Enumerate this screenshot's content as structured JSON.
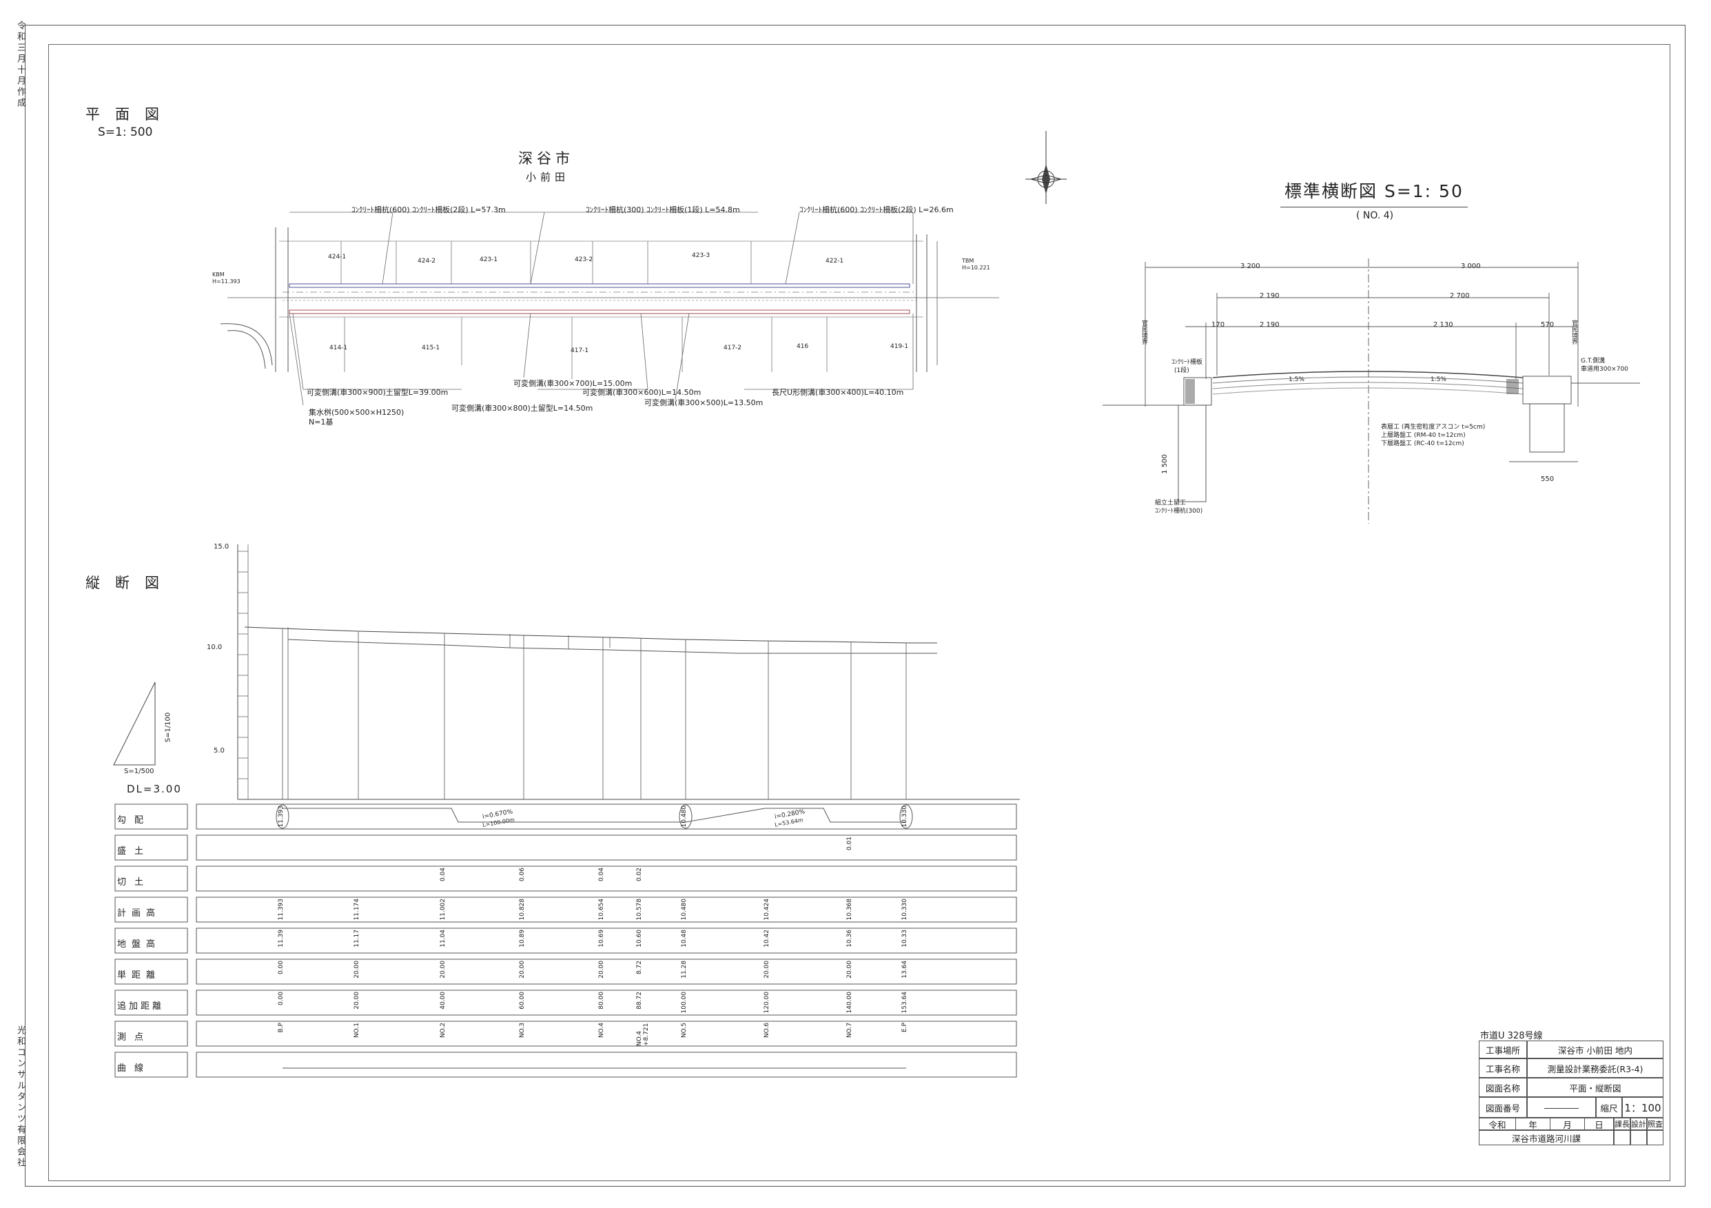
{
  "side_left_top": "令和三月十月作成",
  "side_left_bottom": "光和コンサルタンツ有限会社",
  "plan": {
    "heading": "平面図",
    "scale": "S=1: 500",
    "city": "深谷市",
    "area": "小前田",
    "top_labels": [
      "ｺﾝｸﾘｰﾄ柵杭(600) ｺﾝｸﾘｰﾄ柵板(2段) L=57.3m",
      "ｺﾝｸﾘｰﾄ柵杭(300) ｺﾝｸﾘｰﾄ柵板(1段) L=54.8m",
      "ｺﾝｸﾘｰﾄ柵杭(600) ｺﾝｸﾘｰﾄ柵板(2段) L=26.6m"
    ],
    "bottom_labels": [
      "可変側溝(車300×900)土留型L=39.00m",
      "可変側溝(車300×700)L=15.00m",
      "可変側溝(車300×600)L=14.50m",
      "長尺U形側溝(車300×400)L=40.10m",
      "可変側溝(車300×800)土留型L=14.50m",
      "可変側溝(車300×500)L=13.50m",
      "集水桝(500×500×H1250)",
      "N=1基"
    ],
    "lot_labels": [
      "424-1",
      "424-2",
      "423-1",
      "423-2",
      "423-3",
      "422-1",
      "414-1",
      "415-1",
      "417-1",
      "417-2",
      "416",
      "419-1"
    ],
    "bm_left": [
      "KBM",
      "H=11.393"
    ],
    "bm_right": [
      "TBM",
      "H=10.221"
    ]
  },
  "cross_section": {
    "title": "標準横断図 S=1: 50",
    "station": "( NO. 4)",
    "dims_top": [
      "3 200",
      "3 000"
    ],
    "dims_mid": [
      "2 190",
      "2 700"
    ],
    "dims_low": [
      "170",
      "2 190",
      "2 130",
      "570"
    ],
    "dim_height": "1 500",
    "dim_bottom": "550",
    "notes": [
      "表層工 (再生密粒度アスコン t=5cm)",
      "上層路盤工 (RM-40 t=12cm)",
      "下層路盤工 (RC-40 t=12cm)"
    ],
    "left_labels": [
      "ｺﾝｸﾘｰﾄ柵板",
      "(1段)",
      "組立土留工",
      "ｺﾝｸﾘｰﾄ柵杭(300)"
    ],
    "right_labels": [
      "G.T.側溝",
      "車道用300×700"
    ],
    "side_labels": [
      "官民境界",
      "官民境界"
    ],
    "slopes": [
      "1.5%",
      "1.5%"
    ]
  },
  "profile": {
    "heading": "縦断図",
    "y_ticks": [
      "15.0",
      "10.0",
      "5.0"
    ],
    "slope_v": "S=1/100",
    "slope_h": "S=1/500",
    "datum": "DL=3.00",
    "grade_labels": [
      "i=0.670%",
      "L=100.00m",
      "i=0.280%",
      "L=53.64m"
    ],
    "rows": [
      {
        "label": "勾配",
        "values": [
          "11.393",
          "",
          "",
          "",
          "",
          "",
          "10.480",
          "",
          "",
          "10.330"
        ]
      },
      {
        "label": "盛土",
        "values": [
          "",
          "",
          "",
          "",
          "",
          "",
          "",
          "",
          "0.01",
          ""
        ]
      },
      {
        "label": "切土",
        "values": [
          "",
          "",
          "0.04",
          "0.06",
          "0.04",
          "0.02",
          "",
          "",
          "",
          ""
        ]
      },
      {
        "label": "計画高",
        "values": [
          "11.393",
          "11.174",
          "11.002",
          "10.828",
          "10.654",
          "10.578",
          "10.480",
          "10.424",
          "10.368",
          "10.330"
        ]
      },
      {
        "label": "地盤高",
        "values": [
          "11.39",
          "11.17",
          "11.04",
          "10.89",
          "10.69",
          "10.60",
          "10.48",
          "10.42",
          "10.36",
          "10.33"
        ]
      },
      {
        "label": "単距離",
        "values": [
          "0.00",
          "20.00",
          "20.00",
          "20.00",
          "20.00",
          "8.72",
          "11.28",
          "20.00",
          "20.00",
          "13.64"
        ]
      },
      {
        "label": "追加距離",
        "values": [
          "0.00",
          "20.00",
          "40.00",
          "60.00",
          "80.00",
          "88.72",
          "100.00",
          "120.00",
          "140.00",
          "153.64"
        ]
      },
      {
        "label": "測点",
        "values": [
          "B.P",
          "NO.1",
          "NO.2",
          "NO.3",
          "NO.4",
          "NO.4 +8.721",
          "NO.5",
          "NO.6",
          "NO.7",
          "E.P"
        ]
      },
      {
        "label": "曲線",
        "values": [
          "",
          "",
          "",
          "",
          "",
          "",
          "",
          "",
          "",
          ""
        ]
      }
    ]
  },
  "title_block": {
    "road": "市道U 328号線",
    "rows": [
      {
        "k": "工事場所",
        "v": "深谷市 小前田 地内"
      },
      {
        "k": "工事名称",
        "v": "測量設計業務委託(R3-4)"
      },
      {
        "k": "図面名称",
        "v": "平面・縦断図"
      },
      {
        "k": "図面番号",
        "v": "――――"
      }
    ],
    "scale_label": "縮尺",
    "scale_value": "1：100",
    "era": "令和",
    "year": "年",
    "month": "月",
    "day": "日",
    "sig": [
      "課長",
      "設計",
      "照査"
    ],
    "office": "深谷市道路河川課"
  }
}
